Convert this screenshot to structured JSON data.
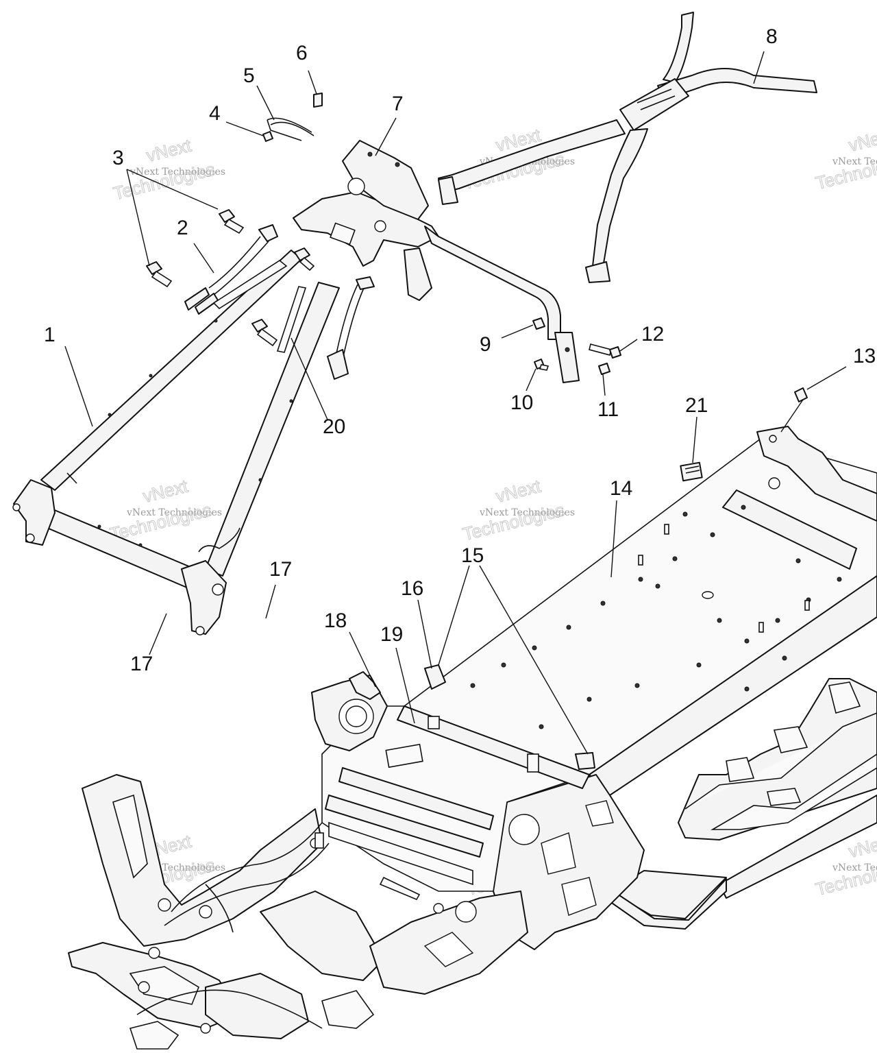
{
  "diagram": {
    "callouts": [
      {
        "id": "1",
        "label": "1"
      },
      {
        "id": "2",
        "label": "2"
      },
      {
        "id": "3",
        "label": "3"
      },
      {
        "id": "4",
        "label": "4"
      },
      {
        "id": "5",
        "label": "5"
      },
      {
        "id": "6",
        "label": "6"
      },
      {
        "id": "7",
        "label": "7"
      },
      {
        "id": "8",
        "label": "8"
      },
      {
        "id": "9",
        "label": "9"
      },
      {
        "id": "10",
        "label": "10"
      },
      {
        "id": "11",
        "label": "11"
      },
      {
        "id": "12",
        "label": "12"
      },
      {
        "id": "13",
        "label": "13"
      },
      {
        "id": "14",
        "label": "14"
      },
      {
        "id": "15",
        "label": "15"
      },
      {
        "id": "16",
        "label": "16"
      },
      {
        "id": "17a",
        "label": "17"
      },
      {
        "id": "17b",
        "label": "17"
      },
      {
        "id": "18",
        "label": "18"
      },
      {
        "id": "19",
        "label": "19"
      },
      {
        "id": "20",
        "label": "20"
      },
      {
        "id": "21",
        "label": "21"
      }
    ],
    "watermark": {
      "line1": "vNext Technologies",
      "line2": "vNext",
      "line3": "Technologies"
    }
  }
}
